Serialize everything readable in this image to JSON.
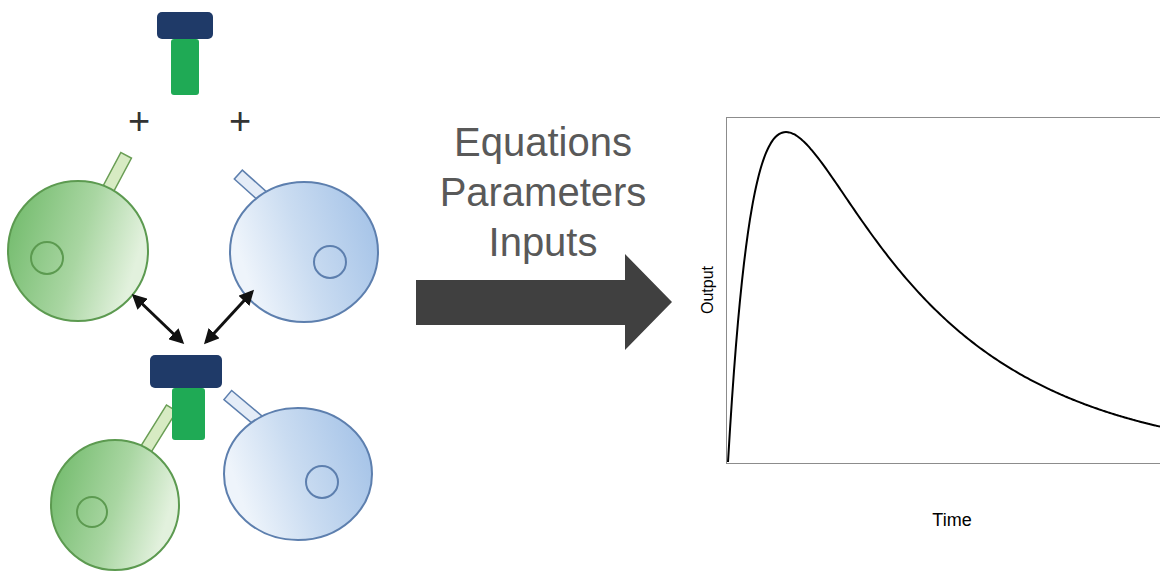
{
  "diagram": {
    "labels": [
      "+",
      "+",
      "Equations",
      "Parameters",
      "Inputs",
      "Output",
      "Time"
    ]
  }
}
